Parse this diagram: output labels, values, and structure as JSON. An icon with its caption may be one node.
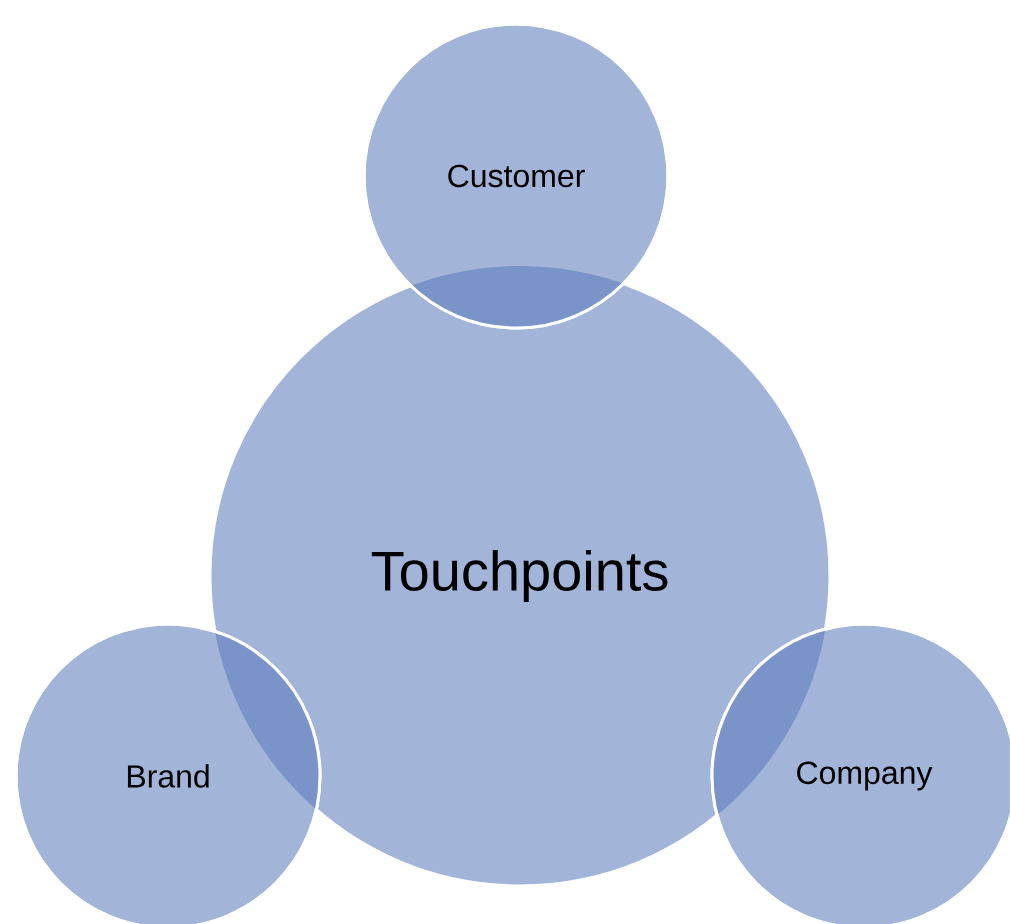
{
  "diagram": {
    "nodes": [
      {
        "text": [
          "Customer"
        ]
      },
      {
        "text": [
          "Touchpoints"
        ]
      },
      {
        "text": [
          "Brand"
        ]
      },
      {
        "text": [
          "Company"
        ]
      }
    ]
  }
}
